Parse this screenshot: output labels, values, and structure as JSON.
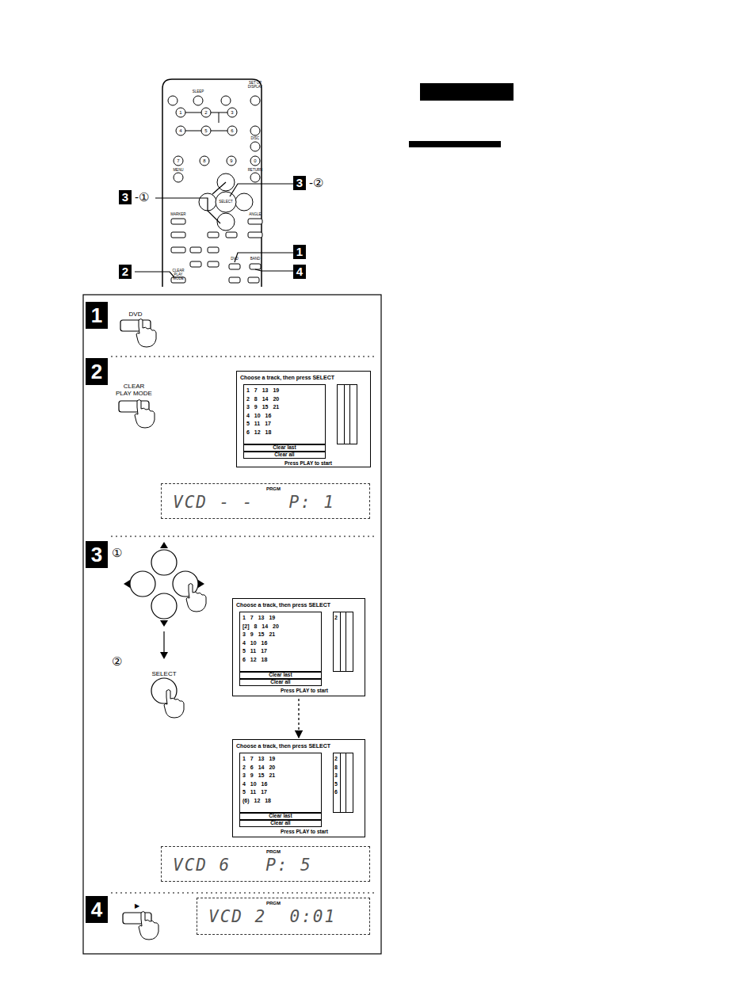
{
  "diagram": {
    "nodes": [
      {
        "text": [
          "Choose a track, then press SELECT",
          "1 7 13 19",
          "2 8 14 20",
          "3 9 15 21",
          "4 10 16",
          "5 11 17",
          "6 12 18",
          "Clear last",
          "Clear all",
          "Press PLAY to start"
        ]
      },
      {
        "text": [
          "PRGM",
          "VCD - -   P: 1"
        ]
      },
      {
        "text": [
          "Choose a track, then press SELECT",
          "1 7 13 19",
          "[2] 8 14 20",
          "3 9 15 21",
          "4 10 16",
          "5 11 17",
          "6 12 18",
          "2",
          "Clear last",
          "Clear all",
          "Press PLAY to start"
        ]
      },
      {
        "text": [
          "Choose a track, then press SELECT",
          "1 7 13 19",
          "2 6 14 20",
          "3 9 15 21",
          "4 10 16",
          "5 11 17",
          "(6) 12 18",
          "2 8 3 5 6",
          "Clear last",
          "Clear all",
          "Press PLAY to start"
        ]
      },
      {
        "text": [
          "PRGM",
          "VCD 6   P: 5"
        ]
      },
      {
        "text": [
          "PRGM",
          "VCD 2  0:01"
        ]
      }
    ],
    "edges": [
      {
        "from": 2,
        "to": 3,
        "arrow": "to"
      }
    ],
    "labels": [
      "3",
      "-①",
      "3",
      "-②",
      "1",
      "2",
      "4",
      "1",
      "DVD",
      "2",
      "CLEAR PLAY MODE",
      "3",
      "①",
      "②",
      "SELECT",
      "4",
      "▶",
      "1",
      "2",
      "3",
      "4",
      "5",
      "6",
      "7",
      "8",
      "9",
      "0",
      "SLEEP",
      "SET UP DISPLAY",
      "DISC",
      "MENU",
      "RETURN",
      "SELECT",
      "MARKER",
      "ANGLE",
      "DVD",
      "BAND",
      "CLEAR PLAY MODE"
    ]
  }
}
